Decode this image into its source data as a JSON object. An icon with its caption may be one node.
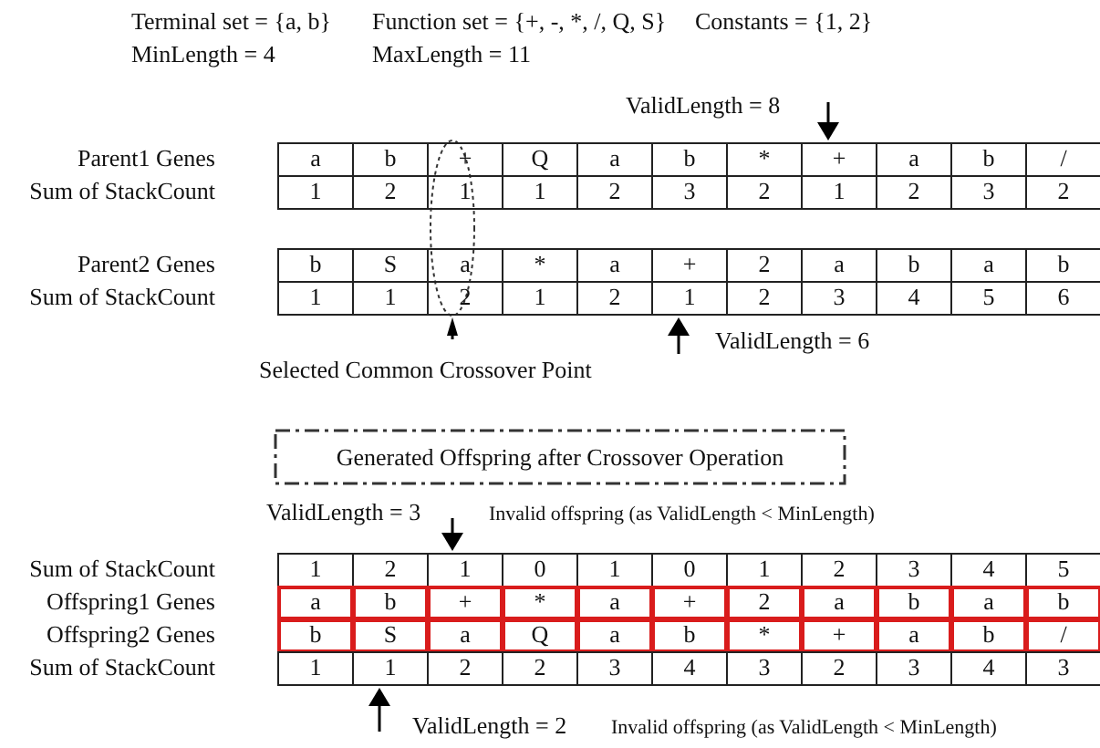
{
  "diagram": {
    "nodes": [
      {
        "text": [
          "Generated Offspring after Crossover Operation"
        ]
      },
      {
        "text": [],
        "shape": "ellipse"
      }
    ],
    "labels": [
      "Terminal set = {a, b}",
      "Function set = {+, -, *, /, Q, S}",
      "Constants = {1, 2}",
      "MinLength = 4",
      "MaxLength = 11",
      "ValidLength = 8",
      "Parent1 Genes",
      "a",
      "b",
      "+",
      "Q",
      "a",
      "b",
      "*",
      "+",
      "a",
      "b",
      "/",
      "Sum of StackCount",
      "1",
      "2",
      "1",
      "1",
      "2",
      "3",
      "2",
      "1",
      "2",
      "3",
      "2",
      "Parent2 Genes",
      "b",
      "S",
      "a",
      "*",
      "a",
      "+",
      "2",
      "a",
      "b",
      "a",
      "b",
      "Sum of StackCount",
      "1",
      "1",
      "2",
      "1",
      "2",
      "1",
      "2",
      "3",
      "4",
      "5",
      "6",
      "ValidLength = 6",
      "Selected Common Crossover Point",
      "ValidLength = 3",
      "Invalid offspring (as ValidLength < MinLength)",
      "Sum of StackCount",
      "1",
      "2",
      "1",
      "0",
      "1",
      "0",
      "1",
      "2",
      "3",
      "4",
      "5",
      "Offspring1 Genes",
      "a",
      "b",
      "+",
      "*",
      "a",
      "+",
      "2",
      "a",
      "b",
      "a",
      "b",
      "Offspring2 Genes",
      "b",
      "S",
      "a",
      "Q",
      "a",
      "b",
      "*",
      "+",
      "a",
      "b",
      "/",
      "Sum of StackCount",
      "1",
      "1",
      "2",
      "2",
      "3",
      "4",
      "3",
      "2",
      "3",
      "4",
      "3",
      "ValidLength = 2",
      "Invalid offspring (as ValidLength < MinLength)"
    ]
  }
}
